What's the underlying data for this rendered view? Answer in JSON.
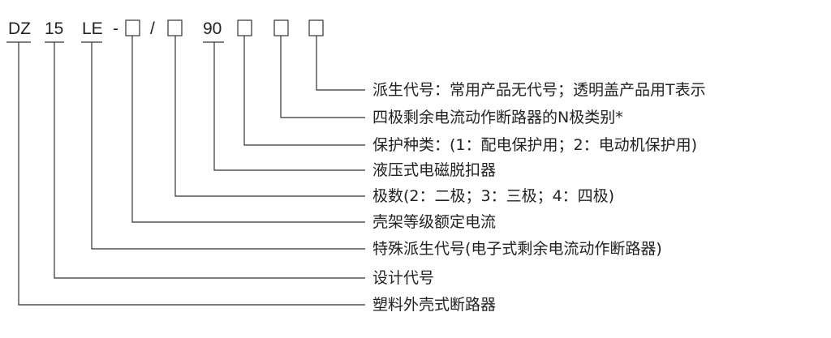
{
  "model_code": {
    "part1": "DZ",
    "part2": "15",
    "part3": "LE",
    "dash": "-",
    "slash": "/",
    "part5": "90"
  },
  "descriptions": [
    "派生代号：常用产品无代号；透明盖产品用T表示",
    "四极剩余电流动作断路器的N极类别*",
    "保护种类：(1：配电保护用；2：电动机保护用)",
    "液压式电磁脱扣器",
    "极数(2：二极；3：三极；4：四极)",
    "壳架等级额定电流",
    "特殊派生代号(电子式剩余电流动作断路器)",
    "设计代号",
    "塑料外壳式断路器"
  ]
}
